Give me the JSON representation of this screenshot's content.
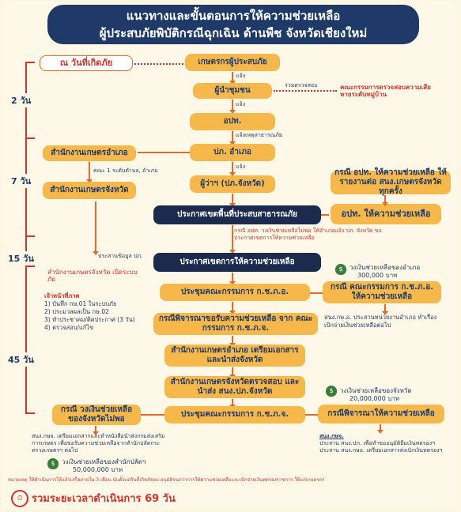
{
  "title": {
    "line1": "แนวทางและขั้นตอนการให้ความช่วยเหลือ",
    "line2": "ผู้ประสบภัยพิบัติกรณีฉุกเฉิน ด้านพืช จังหวัดเชียงใหม่"
  },
  "timeline": {
    "d2": "2 วัน",
    "d7": "7 วัน",
    "d15": "15 วัน",
    "d45": "45 วัน"
  },
  "boxes": {
    "disaster_day": "ณ วันที่เกิดภัย",
    "farmers": "เกษตรกรผู้ประสบภัย",
    "village_head": "ผู้นำชุมชน",
    "survey_committee": "คณะกรรมการตรวจสอบความเสียหายระดับหมู่บ้าน",
    "sao": "อปท.",
    "district_officer": "ปภ. อำเภอ",
    "district_agri": "สำนักงานเกษตรอำเภอ",
    "provincial_agri": "สำนักงานเกษตรจังหวัด",
    "governor": "ผู้ว่าฯ (ปภ.จังหวัด)",
    "case_sao_help": "กรณี อปท. ให้ความช่วยเหลือ ให้รายงานต่อ สนง.เกษตรจังหวัด ทุกครั้ง",
    "declare_disaster": "ประกาศเขตพื้นที่ประสบสาธารณภัย",
    "sao_help": "อปท. ให้ความช่วยเหลือ",
    "provincial_agri_open": "สำนักงานเกษตรจังหวัด เปิดระบบภัย",
    "declare_help": "ประกาศเขตการให้ความช่วยเหลือ",
    "meeting_district": "ประชุมคณะกรรมการ ก.ช.ภ.อ.",
    "case_district_committee": "กรณี คณะกรรมการ ก.ช.ภ.อ. ให้ความช่วยเหลือ",
    "case_consider": "กรณีพิจารณาขอรับความช่วยเหลือ จาก คณะกรรมการ ก.ช.ภ.จ.",
    "district_agri_prepare": "สำนักงานเกษตรอำเภอ เตรียมเอกสาร และนำส่งจังหวัด",
    "provincial_check": "สำนักงานเกษตรจังหวัดตรวจสอบ และนำส่ง สนง.ปภ.จังหวัด",
    "meeting_provincial": "ประชุมคณะกรรมการ ก.ช.ภ.จ.",
    "case_budget_insufficient": "กรณี วงเงินช่วยเหลือ ของจังหวัดไม่พอ",
    "case_provincial_help": "กรณีพิจารณาให้ความช่วยเหลือ"
  },
  "labels": {
    "report1": "แจ้ง",
    "report2": "แจ้ง",
    "report3": "แจ้ง",
    "report4": "แจ้ง",
    "jointly_survey": "ร่วมตรวจสอบ",
    "report_disaster": "แจ้งเหตุสาธารณภัย",
    "committee_report": "คณะ 1 ระดับตำบล, อำเภอ",
    "coordinate_info": "ประสานข้อมูล ปภ.",
    "sao_note": "กรณี อปท. วงเงินช่วยเหลือไม่พอ ให้อำเภอแจ้ง ปภ. จังหวัด ขอประกาศเขตการให้ความช่วยเหลือ",
    "officer_title": "เจ้าหน้าที่ภาค",
    "officer_tasks": "1) บันทึก กษ.01 ในระบบภัย\n2) ประมวลผลเป็น กษ.02\n3) ทำประชาคม/ติดประกาศ (3 วัน)\n4) ตรวจสอบ/แก้ไข",
    "district_budget": "วงเงินช่วยเหลือของอำเภอ",
    "district_budget_amount": "300,000 บาท",
    "district_note": "สนง.กษ.อ. ประสานหน่วยงานอำเภอ ทำเรื่องเบิกจ่ายเงินช่วยเหลือต่อไป",
    "provincial_budget": "วงเงินช่วยเหลือของจังหวัด",
    "provincial_budget_amount": "20,000,000 บาท",
    "budget_note": "สนง.กษจ. เตรียมเอกสารและทำหนังสือนำส่งกรมส่งเสริมการเกษตร เพื่อขอรับความช่วยเหลือจากสำนักปลัดกระทรวงเกษตรฯ ต่อไป",
    "ministry_budget": "วงเงินช่วยเหลือของสำนักปลัดฯ",
    "ministry_budget_amount": "50,000,000 บาท",
    "provincial_note_title": "สนง.กษจ.",
    "provincial_note_1": "ประสาน สนง.ปภ. เพื่อทำขออนุมัติยืมเงินทดรองฯ",
    "provincial_note_2": "ประสาน สนง.กษอ. เตรียมเอกสารส่งเบิกเงินทดรองฯ"
  },
  "footnote": "หมายเหตุ ให้ดำเนินการให้แล้วเสร็จภายใน 3 เดือน นับตั้งแต่วันที่เกิดภัยจบ อนุมัติจนกว่าการให้ความช่วยเหลือและเบิกจ่ายเงินทดรองราชการ ให้แก่เกษตรกร",
  "total_time": "รวมระยะเวลาดำเนินการ 69 วัน",
  "icons": {
    "money": "money-bag-icon",
    "clock": "clock-icon"
  },
  "colors": {
    "navy": "#1f3a68",
    "orange": "#f6b84a",
    "red": "#d0342c"
  }
}
